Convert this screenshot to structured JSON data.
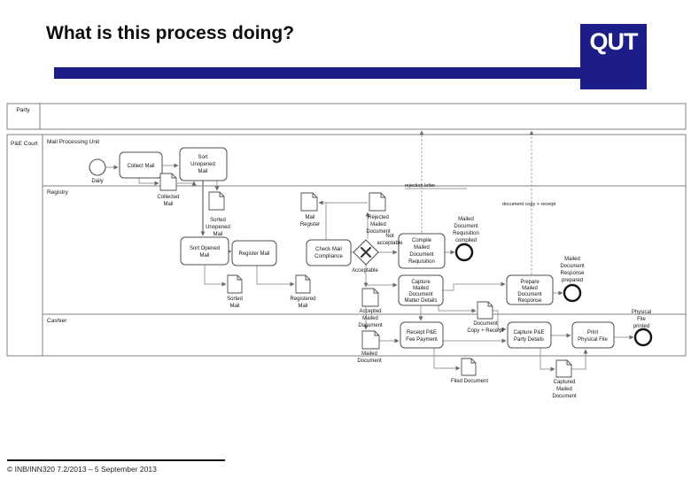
{
  "slide": {
    "title": "What is this process doing?",
    "footer": "© INB/INN320 7.2/2013 – 5 September 2013",
    "logo_text": "QUT",
    "accent_color": "#1d1d87"
  },
  "diagram": {
    "pools": {
      "party": "Party",
      "pe_court": "P&E Court"
    },
    "lanes": {
      "mpu": "Mail Processing Unit",
      "registry": "Registry",
      "cashier": "Cashier"
    },
    "events": {
      "daily": "Daily",
      "req_compiled": [
        "Mailed",
        "Document",
        "Requisition",
        "compiled"
      ],
      "resp_prepared": [
        "Mailed",
        "Document",
        "Response",
        "prepared"
      ],
      "file_printed": [
        "Physical",
        "File",
        "printed"
      ]
    },
    "tasks": {
      "collect_mail": [
        "Collect Mail"
      ],
      "sort_unopened": [
        "Sort",
        "Unopened",
        "Mail"
      ],
      "sort_opened": [
        "Sort Opened",
        "Mail"
      ],
      "register_mail": [
        "Register Mail"
      ],
      "check_compliance": [
        "Check Mail",
        "Compliance"
      ],
      "compile_requisition": [
        "Compile",
        "Mailed",
        "Document",
        "Requisition"
      ],
      "capture_matter": [
        "Capture",
        "Mailed",
        "Document",
        "Matter Details"
      ],
      "prepare_response": [
        "Prepare",
        "Mailed",
        "Document",
        "Response"
      ],
      "receipt_fee": [
        "Receipt P&E",
        "Fee Payment"
      ],
      "capture_party": [
        "Capture P&E",
        "Party Details"
      ],
      "print_file": [
        "Print",
        "Physical File"
      ]
    },
    "docs": {
      "collected_mail": [
        "Collected",
        "Mail"
      ],
      "sorted_unopened": [
        "Sorted",
        "Unopened",
        "Mail"
      ],
      "mail_register": [
        "Mail",
        "Register"
      ],
      "rejected_doc": [
        "Rejected",
        "Mailed",
        "Document"
      ],
      "sorted_mail": [
        "Sorted",
        "Mail"
      ],
      "registered_mail": [
        "Registered",
        "Mail"
      ],
      "accepted_doc": [
        "Accepted",
        "Mailed",
        "Document"
      ],
      "doc_copy_receipt": [
        "Document",
        "Copy + Receipt"
      ],
      "mailed_doc": [
        "Mailed",
        "Document"
      ],
      "filed_doc": [
        "Filed Document"
      ],
      "captured_doc": [
        "Captured",
        "Mailed",
        "Document"
      ]
    },
    "gateway": {
      "not_acceptable": [
        "Not",
        "acceptable"
      ],
      "acceptable": "Acceptable"
    },
    "messages": {
      "rejection": "rejection letter",
      "copy_receipt": "document copy + receipt"
    }
  }
}
